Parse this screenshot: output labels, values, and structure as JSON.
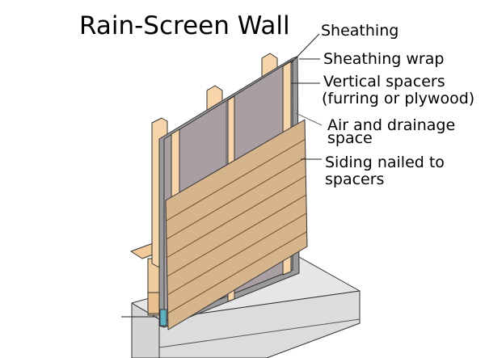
{
  "title": "Rain-Screen Wall",
  "labels": {
    "sheathing": "Sheathing",
    "sheathing_wrap": "Sheathing wrap",
    "vertical_spacers_1": "Vertical spacers",
    "vertical_spacers_2": "(furring or plywood)",
    "air_space_1": "Air and drainage",
    "air_space_2": "space",
    "siding_1": "Siding nailed to",
    "siding_2": "spacers"
  },
  "colors": {
    "sheathing": "#a99fa3",
    "wood": "#f7d4aa",
    "siding": "#d6b48c",
    "concrete": "#dcdcdc",
    "flashing": "#5fb3c0"
  }
}
